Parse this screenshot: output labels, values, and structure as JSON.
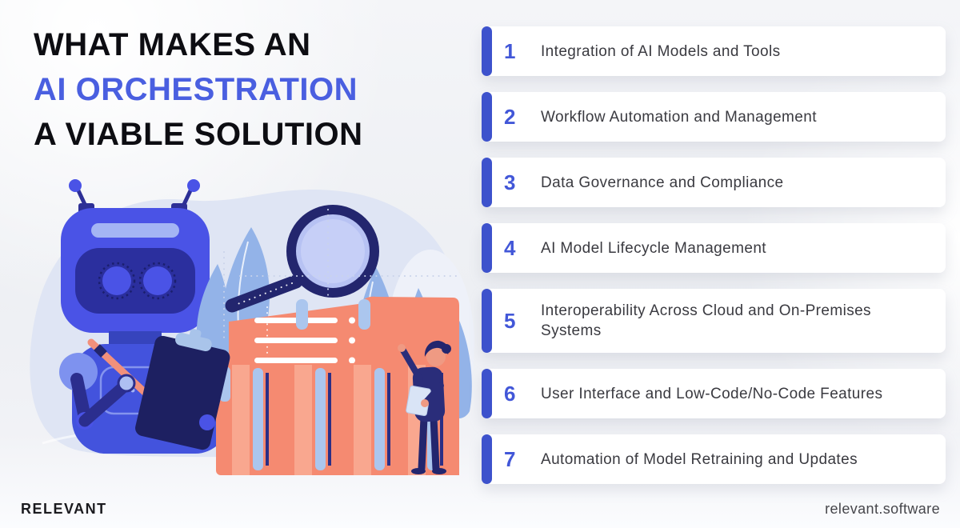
{
  "title": {
    "line1": "WHAT MAKES AN",
    "line2": "AI ORCHESTRATION",
    "line3": "A VIABLE SOLUTION",
    "accent_color": "#4a5fe0",
    "text_color": "#0d0d12"
  },
  "list": {
    "items": [
      {
        "number": "1",
        "label": "Integration of AI Models and Tools"
      },
      {
        "number": "2",
        "label": "Workflow Automation and Management"
      },
      {
        "number": "3",
        "label": "Data Governance and Compliance"
      },
      {
        "number": "4",
        "label": "AI Model Lifecycle Management"
      },
      {
        "number": "5",
        "label": "Interoperability Across Cloud and On-Premises Systems"
      },
      {
        "number": "6",
        "label": "User Interface and Low-Code/No-Code Features"
      },
      {
        "number": "7",
        "label": "Automation of Model Retraining and Updates"
      }
    ],
    "accent_bar_color": "#3d52cc",
    "number_color": "#4257d8",
    "card_background": "#ffffff",
    "text_color": "#3a3a40"
  },
  "footer": {
    "brand": "RELEVANT",
    "website": "relevant.software"
  },
  "page": {
    "background_color": "#eff0f4"
  },
  "illustration": {
    "elements": [
      "robot-figure",
      "magnifying-glass-icon",
      "clipboard-icon",
      "pencil-icon",
      "folder-stack",
      "leaves",
      "person-figure",
      "background-blob",
      "dashed-guides"
    ],
    "palette": {
      "robot_blue": "#4a53e6",
      "navy": "#23266e",
      "visor_indigo": "#2b2f9e",
      "light_blue": "#a9c4ee",
      "leaf_blue": "#93b3e8",
      "folder_salmon": "#f58a71",
      "blob_lavender": "#dfe5f4",
      "skin": "#ef9a83"
    }
  }
}
